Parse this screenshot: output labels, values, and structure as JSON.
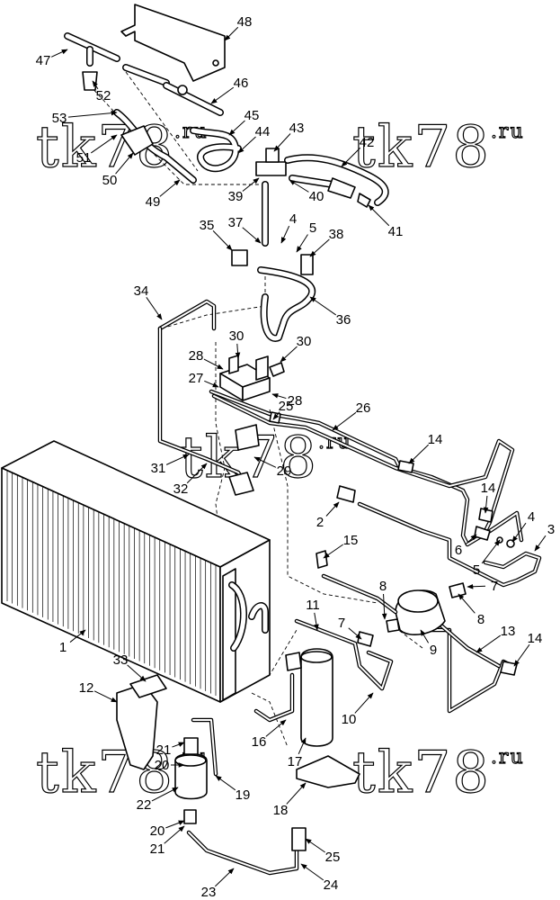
{
  "watermark": {
    "main": "tk78",
    "suffix": ".ru"
  },
  "callouts": [
    {
      "id": "c1",
      "label": "1"
    },
    {
      "id": "c2",
      "label": "2"
    },
    {
      "id": "c3",
      "label": "3"
    },
    {
      "id": "c4a",
      "label": "4"
    },
    {
      "id": "c4b",
      "label": "4"
    },
    {
      "id": "c5a",
      "label": "5"
    },
    {
      "id": "c5b",
      "label": "5"
    },
    {
      "id": "c6",
      "label": "6"
    },
    {
      "id": "c7a",
      "label": "7"
    },
    {
      "id": "c7b",
      "label": "7"
    },
    {
      "id": "c8a",
      "label": "8"
    },
    {
      "id": "c8b",
      "label": "8"
    },
    {
      "id": "c9",
      "label": "9"
    },
    {
      "id": "c10",
      "label": "10"
    },
    {
      "id": "c11",
      "label": "11"
    },
    {
      "id": "c12",
      "label": "12"
    },
    {
      "id": "c13",
      "label": "13"
    },
    {
      "id": "c14a",
      "label": "14"
    },
    {
      "id": "c14b",
      "label": "14"
    },
    {
      "id": "c14c",
      "label": "14"
    },
    {
      "id": "c15",
      "label": "15"
    },
    {
      "id": "c16",
      "label": "16"
    },
    {
      "id": "c17",
      "label": "17"
    },
    {
      "id": "c18",
      "label": "18"
    },
    {
      "id": "c19",
      "label": "19"
    },
    {
      "id": "c20a",
      "label": "20"
    },
    {
      "id": "c20b",
      "label": "20"
    },
    {
      "id": "c21a",
      "label": "21"
    },
    {
      "id": "c21b",
      "label": "21"
    },
    {
      "id": "c22",
      "label": "22"
    },
    {
      "id": "c23",
      "label": "23"
    },
    {
      "id": "c24",
      "label": "24"
    },
    {
      "id": "c25a",
      "label": "25"
    },
    {
      "id": "c25b",
      "label": "25"
    },
    {
      "id": "c26",
      "label": "26"
    },
    {
      "id": "c27",
      "label": "27"
    },
    {
      "id": "c28a",
      "label": "28"
    },
    {
      "id": "c28b",
      "label": "28"
    },
    {
      "id": "c29",
      "label": "29"
    },
    {
      "id": "c30a",
      "label": "30"
    },
    {
      "id": "c30b",
      "label": "30"
    },
    {
      "id": "c31",
      "label": "31"
    },
    {
      "id": "c32",
      "label": "32"
    },
    {
      "id": "c33",
      "label": "33"
    },
    {
      "id": "c34",
      "label": "34"
    },
    {
      "id": "c35",
      "label": "35"
    },
    {
      "id": "c36",
      "label": "36"
    },
    {
      "id": "c37",
      "label": "37"
    },
    {
      "id": "c38",
      "label": "38"
    },
    {
      "id": "c39",
      "label": "39"
    },
    {
      "id": "c40",
      "label": "40"
    },
    {
      "id": "c41",
      "label": "41"
    },
    {
      "id": "c42",
      "label": "42"
    },
    {
      "id": "c43",
      "label": "43"
    },
    {
      "id": "c44",
      "label": "44"
    },
    {
      "id": "c45",
      "label": "45"
    },
    {
      "id": "c46",
      "label": "46"
    },
    {
      "id": "c47",
      "label": "47"
    },
    {
      "id": "c48",
      "label": "48"
    },
    {
      "id": "c49",
      "label": "49"
    },
    {
      "id": "c50",
      "label": "50"
    },
    {
      "id": "c51",
      "label": "51"
    },
    {
      "id": "c52",
      "label": "52"
    },
    {
      "id": "c53",
      "label": "53"
    }
  ]
}
